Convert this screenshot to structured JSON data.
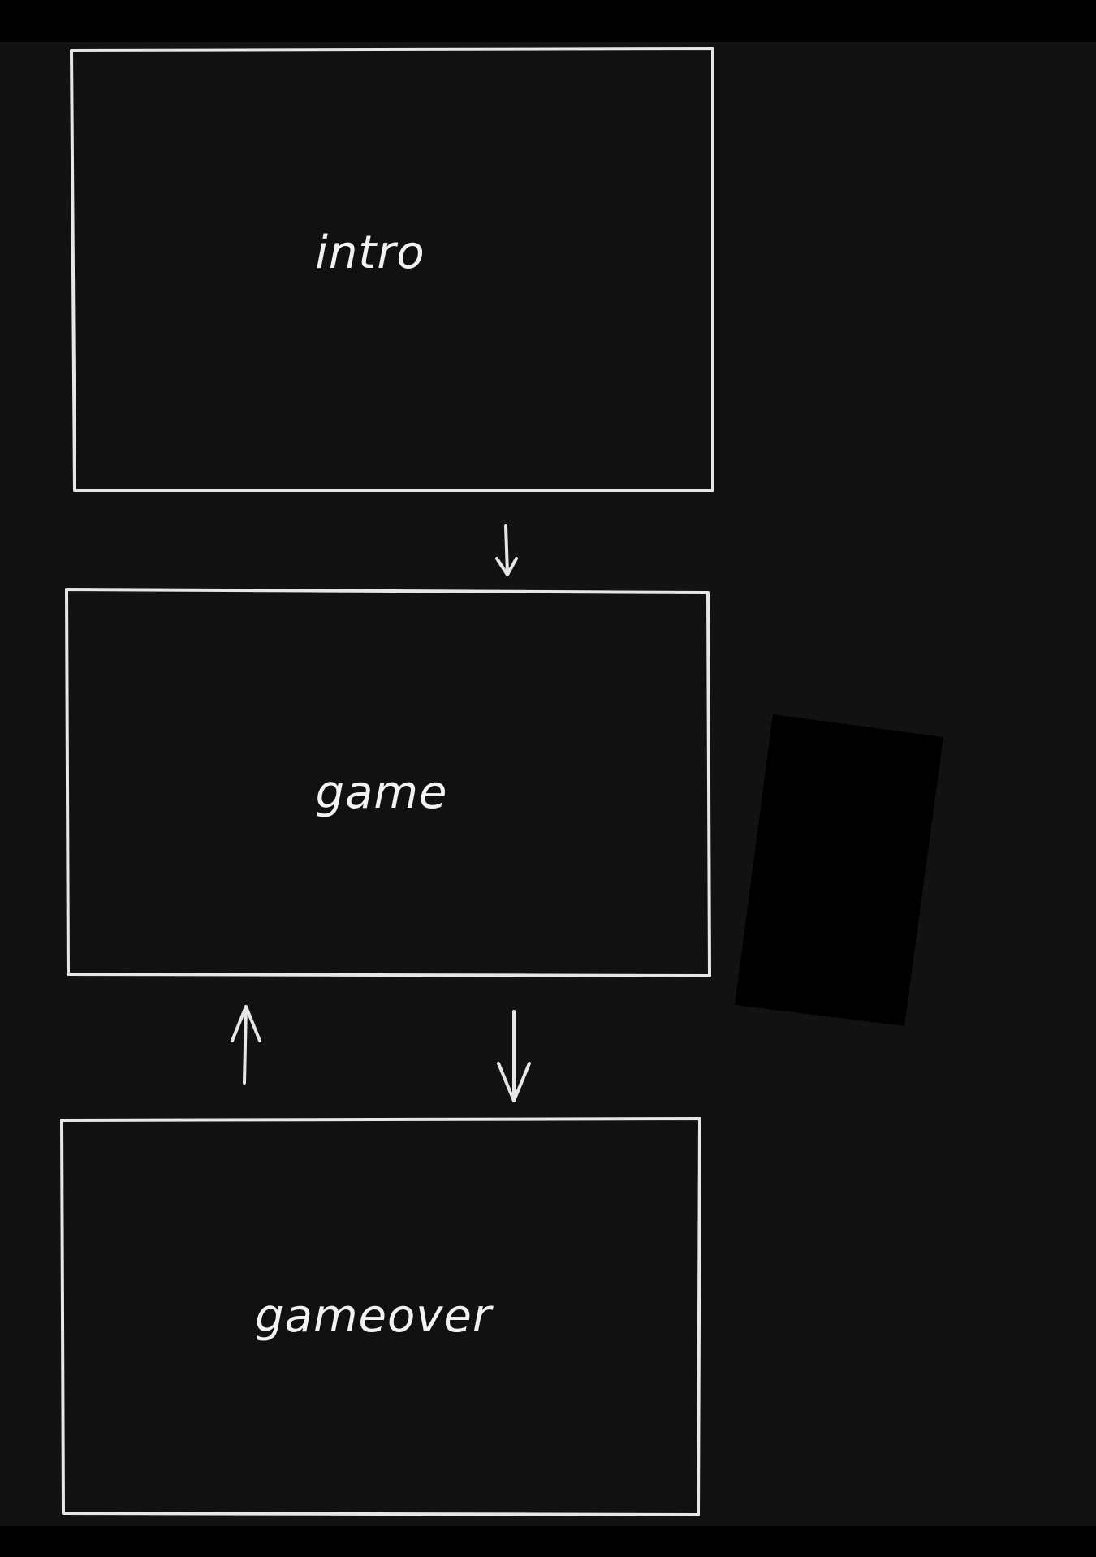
{
  "colors": {
    "background": "#121212",
    "frame": "#000000",
    "stroke": "#e6e6e6",
    "text": "#f2f2f2",
    "box_fill": "#111111"
  },
  "states": {
    "intro": {
      "label": "intro"
    },
    "game": {
      "label": "game"
    },
    "gameover": {
      "label": "gameover"
    }
  },
  "transitions": [
    {
      "from": "intro",
      "to": "game"
    },
    {
      "from": "game",
      "to": "gameover"
    },
    {
      "from": "gameover",
      "to": "game"
    }
  ]
}
